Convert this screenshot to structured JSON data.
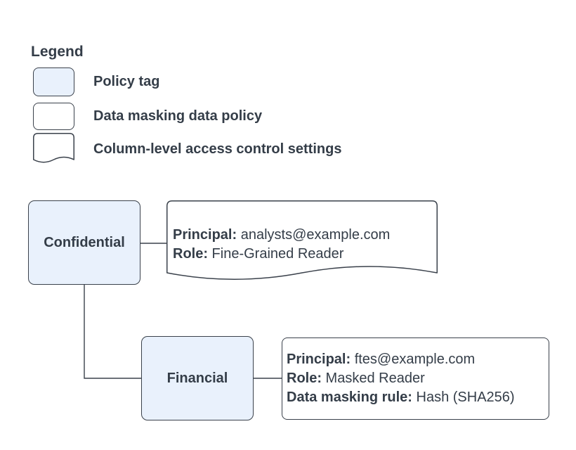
{
  "legend": {
    "title": "Legend",
    "items": [
      {
        "swatch": "policy-tag-swatch",
        "label": "Policy tag"
      },
      {
        "swatch": "data-masking-policy-swatch",
        "label": "Data masking data policy"
      },
      {
        "swatch": "column-access-swatch",
        "label": "Column-level access control settings"
      }
    ]
  },
  "diagram": {
    "nodes": {
      "confidential": {
        "label": "Confidential"
      },
      "financial": {
        "label": "Financial"
      }
    },
    "annotations": {
      "confidential_access": {
        "lines": [
          {
            "key": "Principal:",
            "value": " analysts@example.com"
          },
          {
            "key": "Role:",
            "value": " Fine-Grained Reader"
          }
        ]
      },
      "financial_policy": {
        "lines": [
          {
            "key": "Principal:",
            "value": " ftes@example.com"
          },
          {
            "key": "Role:",
            "value": " Masked Reader"
          },
          {
            "key": "Data masking rule:",
            "value": " Hash (SHA256)"
          }
        ]
      }
    }
  },
  "colors": {
    "policy_tag_fill": "#E9F1FC",
    "shape_stroke": "#3A414B",
    "text_color": "#343D48",
    "background": "#FFFFFF"
  }
}
